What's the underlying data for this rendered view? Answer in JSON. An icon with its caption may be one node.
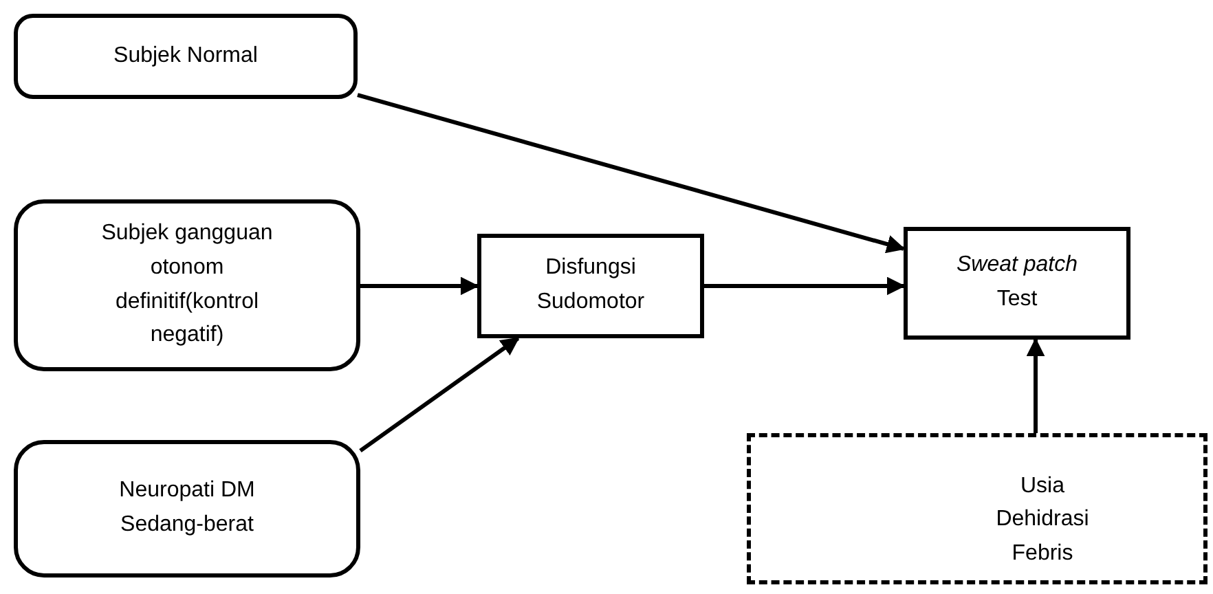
{
  "diagram": {
    "nodes": [
      {
        "text": [
          "Subjek Normal"
        ]
      },
      {
        "text": [
          "Subjek gangguan otonom definitif(kontrol negatif)"
        ]
      },
      {
        "text": [
          "Disfungsi Sudomotor"
        ]
      },
      {
        "text": [
          "*Sweat patch* Test"
        ]
      },
      {
        "text": [
          "Neuropati DM Sedang-berat"
        ]
      },
      {
        "text": [
          "Usia Dehidrasi Febris"
        ]
      }
    ],
    "edges": [
      {
        "from": 0,
        "to": 3,
        "arrow": "to"
      },
      {
        "from": 1,
        "to": 2,
        "arrow": "to"
      },
      {
        "from": 4,
        "to": 2,
        "arrow": "to"
      },
      {
        "from": 2,
        "to": 3,
        "arrow": "to"
      },
      {
        "from": 5,
        "to": 3,
        "arrow": "to"
      }
    ]
  }
}
